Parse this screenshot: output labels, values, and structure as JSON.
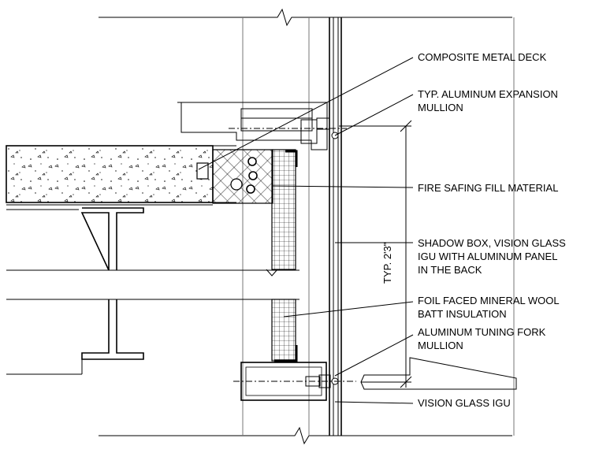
{
  "labels": {
    "composite_metal_deck": "COMPOSITE METAL DECK",
    "expansion_mullion_1": "TYP. ALUMINUM EXPANSION",
    "expansion_mullion_2": "MULLION",
    "fire_safing": "FIRE SAFING FILL MATERIAL",
    "shadow_box_1": "SHADOW BOX, VISION GLASS",
    "shadow_box_2": "IGU WITH ALUMINUM PANEL",
    "shadow_box_3": "IN THE BACK",
    "foil_faced_1": "FOIL FACED MINERAL WOOL",
    "foil_faced_2": "BATT INSULATION",
    "tuning_fork_1": "ALUMINUM TUNING FORK",
    "tuning_fork_2": "MULLION",
    "vision_glass": "VISION GLASS IGU"
  },
  "dimension": {
    "typical_height": "TYP. 2'3\""
  }
}
